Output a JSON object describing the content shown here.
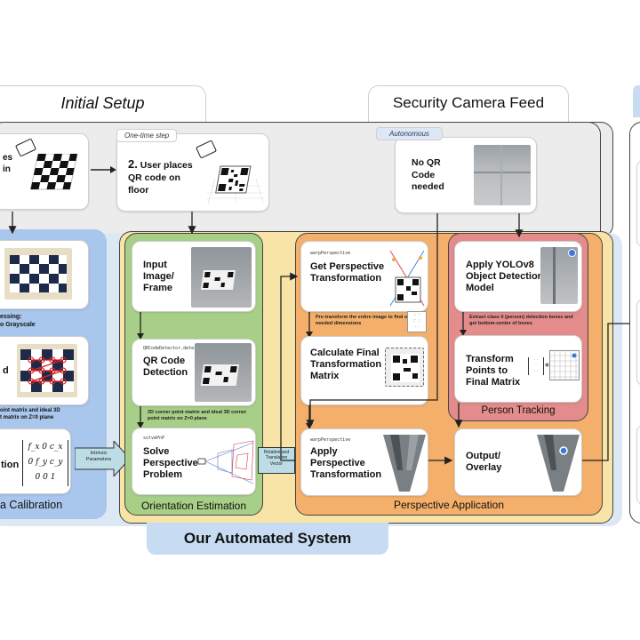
{
  "headers": {
    "initial_setup": "Initial Setup",
    "security_camera_feed": "Security Camera Feed"
  },
  "initial_setup": {
    "step1_text": "es\nin",
    "step2_badge": "One-time step",
    "step2_number": "2.",
    "step2_text": "User places QR code on floor"
  },
  "camera_feed": {
    "badge": "Autonomous",
    "text": "No QR Code needed"
  },
  "camera_calibration": {
    "preprocess_text": "essing:\no Grayscale",
    "corner_label": "d",
    "corner_caption": "oint matrix and ideal 3D\nt matrix on Z=0 plane",
    "intrinsic_label": "tion",
    "matrix": [
      "f_x  0  c_x",
      "0  f_y  c_y",
      "0  0  1"
    ],
    "bottom_label": "a Calibration"
  },
  "orientation_estimation": {
    "input_title": "Input Image/ Frame",
    "qr_code_mono": "QRCodeDetector.detect",
    "qr_title": "QR Code Detection",
    "corner_caption": "2D corner point matrix and ideal 3D corner point matrix on Z=0 plane",
    "solvepnp_mono": "solvePnP",
    "solvepnp_title": "Solve Perspective Problem",
    "label": "Orientation Estimation"
  },
  "intrinsic_arrow_label": "Intrinsic Parameters",
  "rotation_arrow_label": "Rotation and Translation Vector",
  "perspective_application": {
    "get_mono": "warpPerspective",
    "get_title": "Get Perspective Transformation",
    "pretransform_caption": "Pre-transform the entire image to find out the needed dimensions",
    "final_title": "Calculate Final Transformation Matrix",
    "apply_mono": "warpPerspective",
    "apply_title": "Apply Perspective Transformation",
    "output_title": "Output/ Overlay",
    "label": "Perspective Application"
  },
  "person_tracking": {
    "yolo_title": "Apply YOLOv8 Object Detection Model",
    "extract_caption": "Extract class 0 (person) detection boxes and get bottom-center of boxes",
    "transform_title": "Transform Points to Final Matrix",
    "label": "Person Tracking"
  },
  "system_label": "Our Automated System",
  "colors": {
    "gray_bg": "#ececec",
    "blue_bg": "#dde8f5",
    "calibration_blue": "#a9c6ec",
    "orientation_green": "#a8cf87",
    "perspective_orange": "#f4b06b",
    "tracking_red": "#e48c8c",
    "system_yellow": "#f8e4a7",
    "label_blue": "#c7dcf3",
    "arrow_teal": "#bcdde5"
  }
}
